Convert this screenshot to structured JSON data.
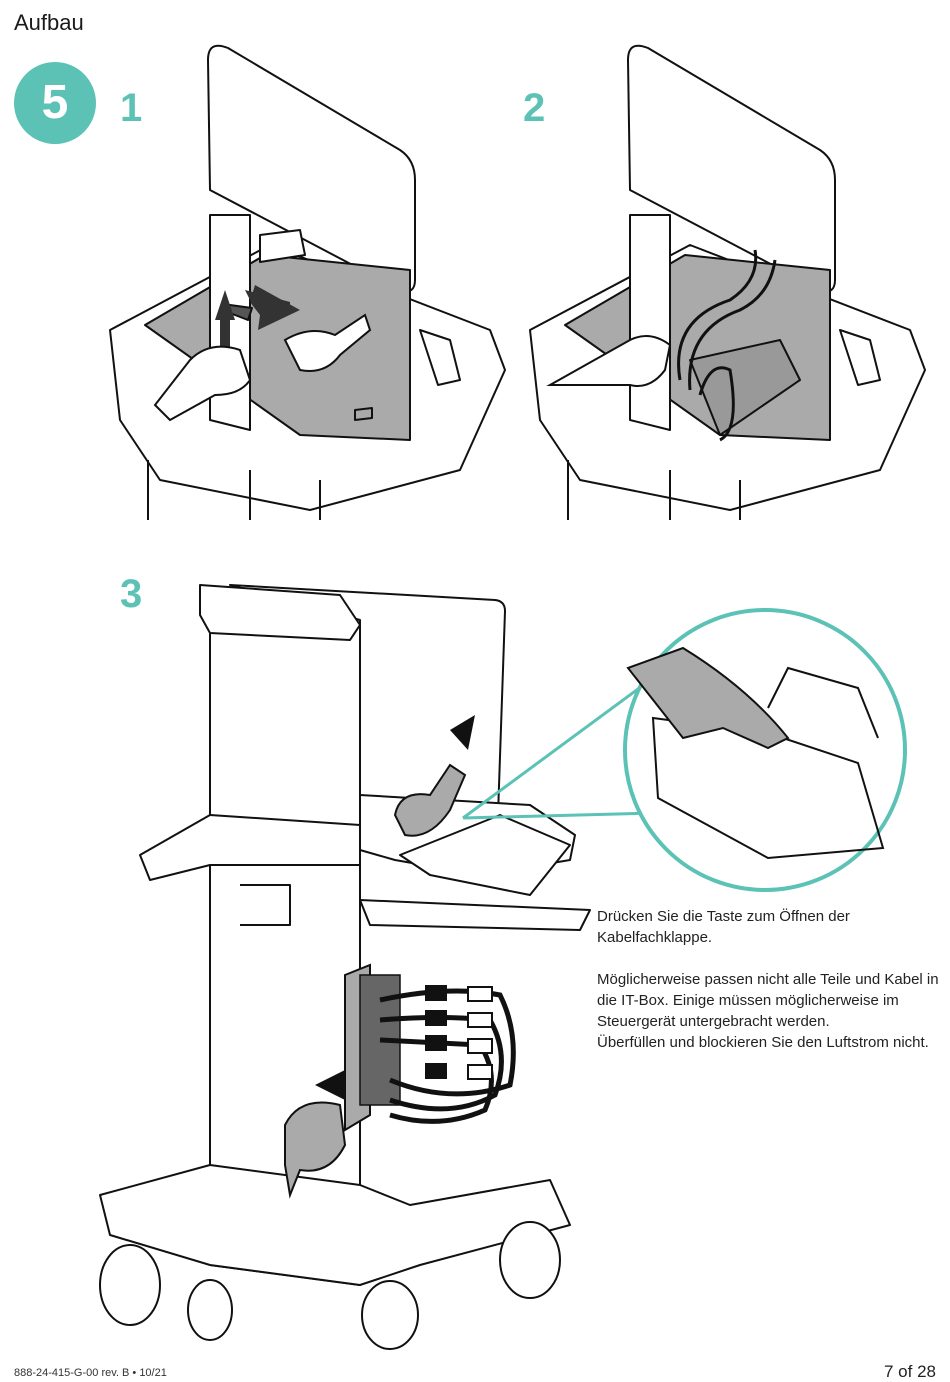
{
  "header": {
    "section_title": "Aufbau"
  },
  "step": {
    "number": "5",
    "badge_color": "#5bc2b5",
    "panels": [
      {
        "label": "1"
      },
      {
        "label": "2"
      },
      {
        "label": "3"
      }
    ]
  },
  "instructions": {
    "paragraph1": "Drücken Sie die Taste zum Öffnen der Kabelfachklappe.",
    "paragraph2_lines": [
      "Möglicherweise passen nicht alle Teile und Kabel in die IT-Box. Einige müssen möglicherweise im Steuergerät untergebracht werden.",
      "Überfüllen und blockieren Sie den Luftstrom nicht."
    ]
  },
  "footer": {
    "doc_id": "888-24-415-G-00 rev. B • 10/21",
    "page": "7 of 28"
  },
  "colors": {
    "accent": "#5bc2b5",
    "shade": "#aaaaaa",
    "line": "#111111"
  }
}
